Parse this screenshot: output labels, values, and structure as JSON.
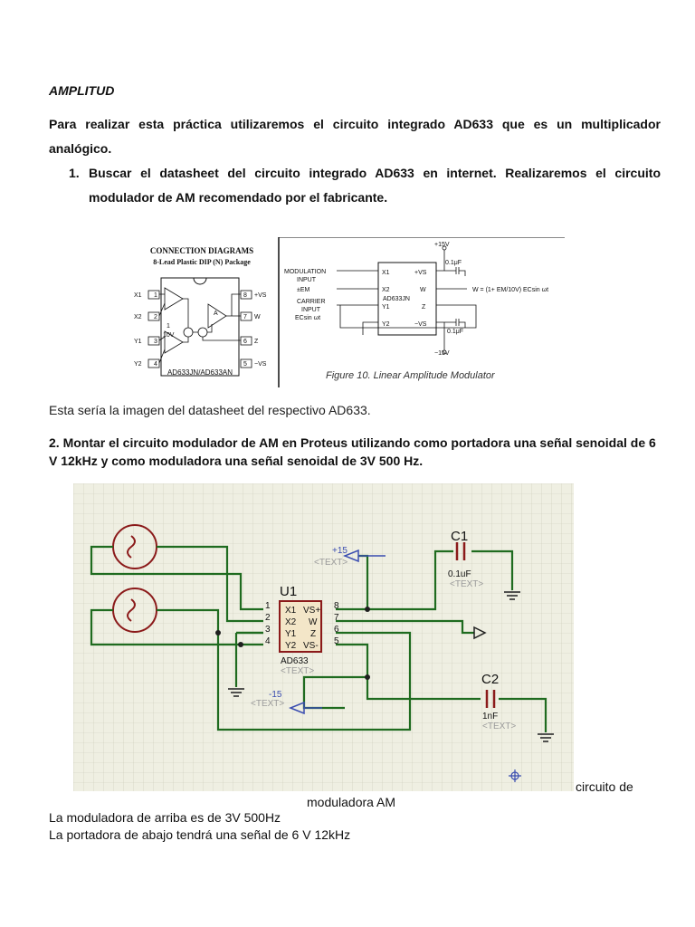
{
  "heading": "AMPLITUD",
  "intro": "Para realizar esta práctica utilizaremos el circuito integrado AD633 que es un multiplicador analógico.",
  "step1": {
    "num": "1.",
    "text": "Buscar el datasheet del circuito integrado AD633 en internet. Realizaremos el circuito modulador de AM recomendado por el fabricante."
  },
  "datasheet": {
    "title1": "CONNECTION DIAGRAMS",
    "title2": "8-Lead Plastic DIP (N) Package",
    "left_pins": [
      "X1",
      "X2",
      "Y1",
      "Y2"
    ],
    "right_pins": [
      "+VS",
      "W",
      "Z",
      "−VS"
    ],
    "left_nums": [
      "1",
      "2",
      "3",
      "4"
    ],
    "right_nums": [
      "8",
      "7",
      "6",
      "5"
    ],
    "chip_label": "AD633JN/AD633AN",
    "gain_top": "1",
    "gain_bot": "10V",
    "amp_label": "A",
    "mod_input": "MODULATION",
    "mod_input2": "INPUT",
    "mod_em": "±EM",
    "carrier": "CARRIER",
    "carrier2": "INPUT",
    "carrier_sig": "ECsin ωt",
    "plus15": "+15V",
    "minus15": "−15V",
    "cap1": "0.1μF",
    "cap2": "0.1μF",
    "chip2": "AD633JN",
    "w_eq": "W = (1+ EM/10V) ECsin ωt",
    "figure_caption": "Figure 10. Linear Amplitude Modulator"
  },
  "caption": "Esta sería la imagen del datasheet del respectivo AD633.",
  "step2": "2. Montar el circuito modulador de AM en Proteus utilizando como portadora una señal senoidal de 6 V 12kHz y como moduladora una señal senoidal de 3V 500 Hz.",
  "proteus": {
    "u1": "U1",
    "pins_left": [
      "X1",
      "X2",
      "Y1",
      "Y2"
    ],
    "pins_right": [
      "VS+",
      "W",
      "Z",
      "VS-"
    ],
    "nums_left": [
      "1",
      "2",
      "3",
      "4"
    ],
    "nums_right": [
      "8",
      "7",
      "6",
      "5"
    ],
    "part": "AD633",
    "text_tag": "<TEXT>",
    "plus15": "+15",
    "minus15": "-15",
    "c1": "C1",
    "c1_val": "0.1uF",
    "c2": "C2",
    "c2_val": "1nF"
  },
  "side_caption": "circuito de",
  "caption2": "moduladora AM",
  "line1": "La moduladora de arriba es de 3V 500Hz",
  "line2": "La portadora de abajo tendrá una señal de 6 V 12kHz"
}
